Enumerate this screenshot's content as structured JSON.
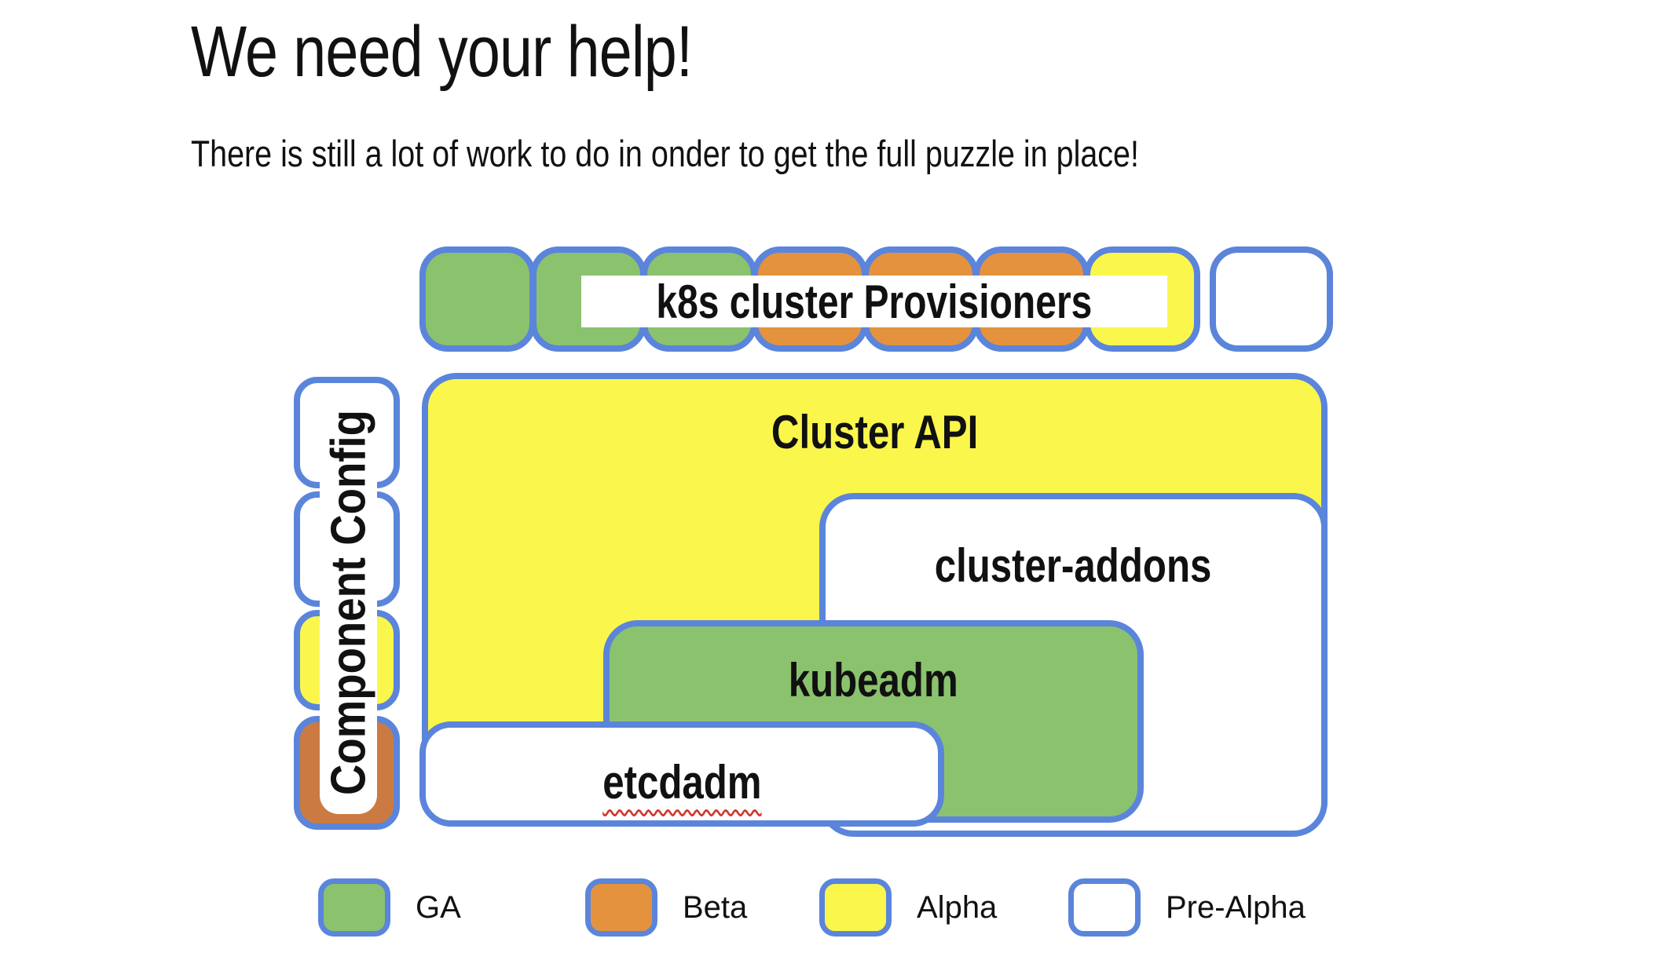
{
  "slide": {
    "title": "We need your help!",
    "subtitle": "There is still a lot of work to do in onder to get the full puzzle in place!"
  },
  "palette": {
    "border_blue": "#5b85db",
    "green_ga": "#8bc26e",
    "orange_beta": "#e4923e",
    "orange_dark": "#cb7b41",
    "yellow_alpha": "#faf64c",
    "white": "#ffffff",
    "squiggle_red": "#d03a2e",
    "text_black": "#111111"
  },
  "diagram": {
    "provisioners_row": {
      "label": "k8s cluster Provisioners",
      "squares": [
        {
          "status": "GA",
          "color": "#8bc26e"
        },
        {
          "status": "GA",
          "color": "#8bc26e"
        },
        {
          "status": "GA",
          "color": "#8bc26e"
        },
        {
          "status": "Beta",
          "color": "#e4923e"
        },
        {
          "status": "Beta",
          "color": "#e4923e"
        },
        {
          "status": "Beta",
          "color": "#e4923e"
        },
        {
          "status": "Alpha",
          "color": "#faf64c"
        },
        {
          "status": "Pre-Alpha",
          "color": "#ffffff"
        }
      ]
    },
    "component_config": {
      "label": "Component Config",
      "squares": [
        {
          "status": "Pre-Alpha",
          "color": "#ffffff"
        },
        {
          "status": "Pre-Alpha",
          "color": "#ffffff"
        },
        {
          "status": "Alpha",
          "color": "#faf64c"
        },
        {
          "status": "Beta",
          "color": "#cb7b41"
        }
      ]
    },
    "boxes": {
      "cluster_api": {
        "label": "Cluster API",
        "status": "Alpha"
      },
      "cluster_addons": {
        "label": "cluster-addons",
        "status": "Pre-Alpha"
      },
      "kubeadm": {
        "label": "kubeadm",
        "status": "GA"
      },
      "etcdadm": {
        "label": "etcdadm",
        "status": "Pre-Alpha",
        "spellcheck_underline": true
      }
    }
  },
  "legend": {
    "items": [
      {
        "label": "GA",
        "color": "#8bc26e"
      },
      {
        "label": "Beta",
        "color": "#e4923e"
      },
      {
        "label": "Alpha",
        "color": "#faf64c"
      },
      {
        "label": "Pre-Alpha",
        "color": "#ffffff"
      }
    ]
  }
}
